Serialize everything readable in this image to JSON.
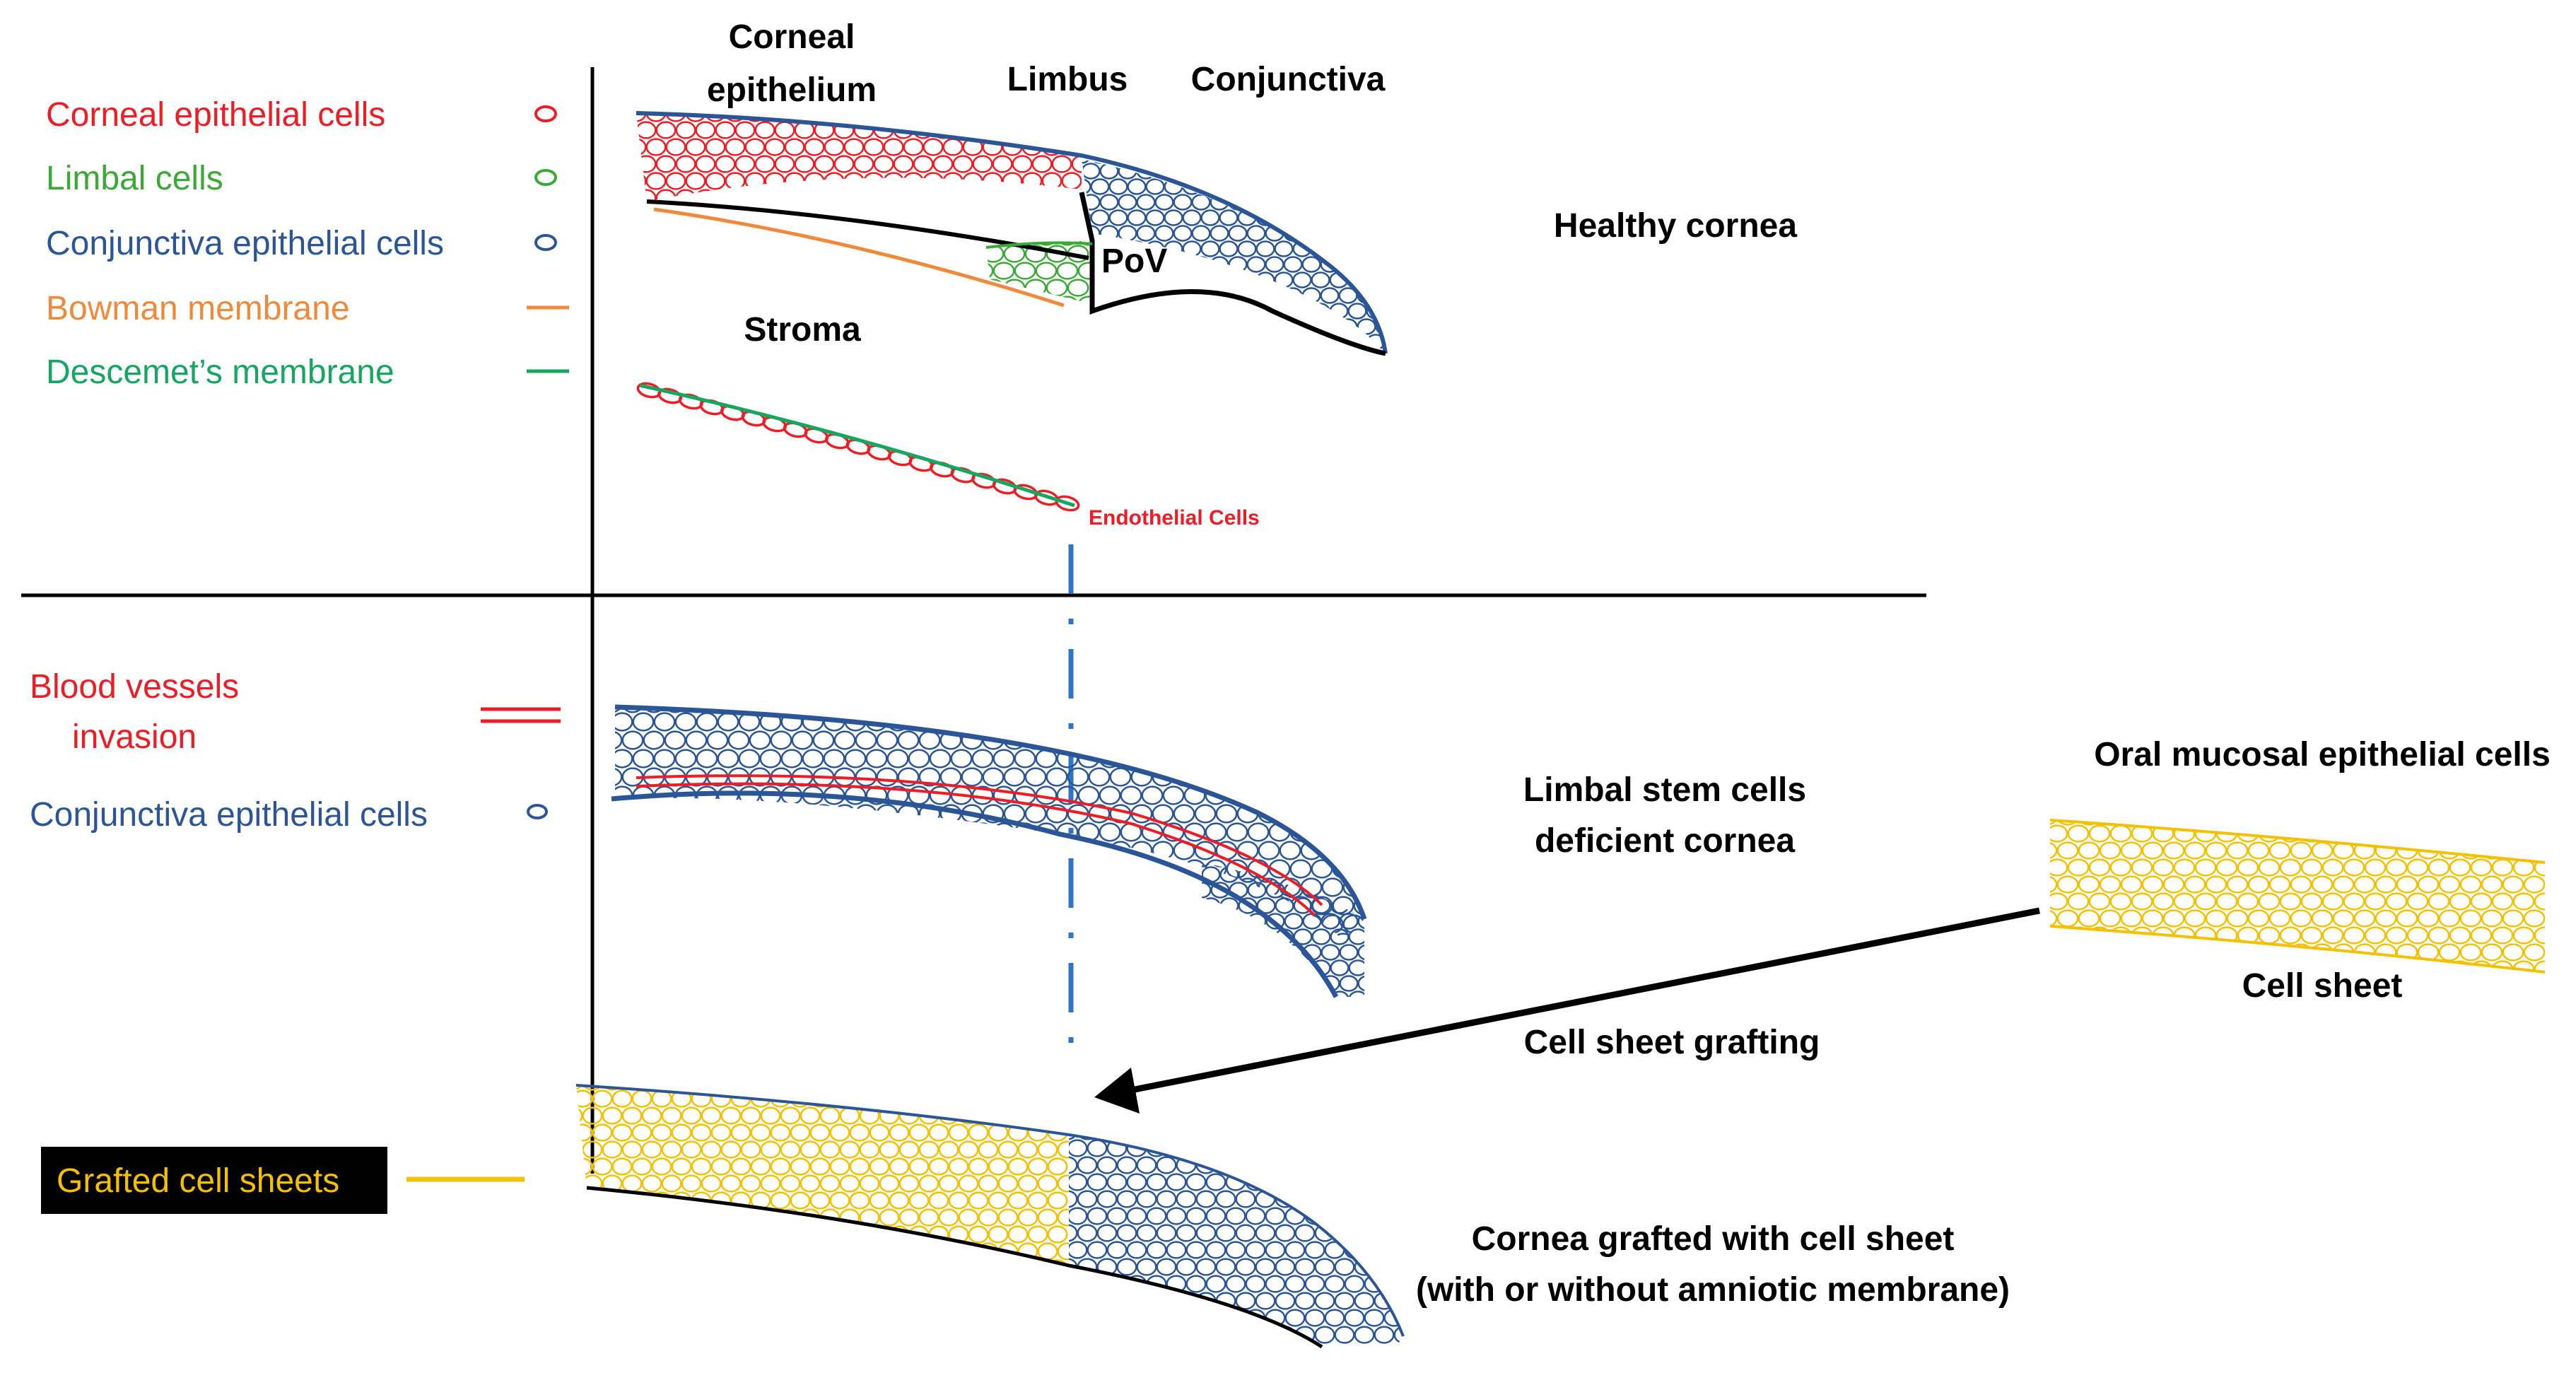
{
  "colors": {
    "corneal": "#ee1c24",
    "limbal": "#3aa935",
    "conjunctiva": "#2a5597",
    "bowman": "#f08a3a",
    "descemet": "#15a660",
    "vessel": "#ee1c24",
    "graft": "#f4c000",
    "black": "#000000"
  },
  "legend_top": [
    {
      "label": "Corneal epithelial cells",
      "color": "#ee1c24",
      "marker": "oval-icon"
    },
    {
      "label": "Limbal cells",
      "color": "#3aa935",
      "marker": "oval-icon"
    },
    {
      "label": "Conjunctiva epithelial cells",
      "color": "#2a5597",
      "marker": "oval-icon"
    },
    {
      "label": "Bowman membrane",
      "color": "#f08a3a",
      "marker": "line-icon"
    },
    {
      "label": "Descemet’s membrane",
      "color": "#15a660",
      "marker": "line-icon"
    }
  ],
  "legend_mid": {
    "blood_line1": "Blood vessels",
    "blood_line2": "invasion",
    "conj": "Conjunctiva epithelial cells"
  },
  "legend_bottom": {
    "grafted": "Grafted cell sheets"
  },
  "labels": {
    "corneal_line1": "Corneal",
    "corneal_line2": "epithelium",
    "limbus": "Limbus",
    "conjunctiva": "Conjunctiva",
    "healthy": "Healthy cornea",
    "pov": "PoV",
    "stroma": "Stroma",
    "endothelial": "Endothelial Cells",
    "lscd_line1": "Limbal stem cells",
    "lscd_line2": "deficient cornea",
    "oral": "Oral mucosal epithelial cells",
    "cell_sheet": "Cell sheet",
    "grafting": "Cell sheet grafting",
    "grafted_line1": "Cornea grafted with cell sheet",
    "grafted_line2": "(with or without amniotic membrane)"
  }
}
